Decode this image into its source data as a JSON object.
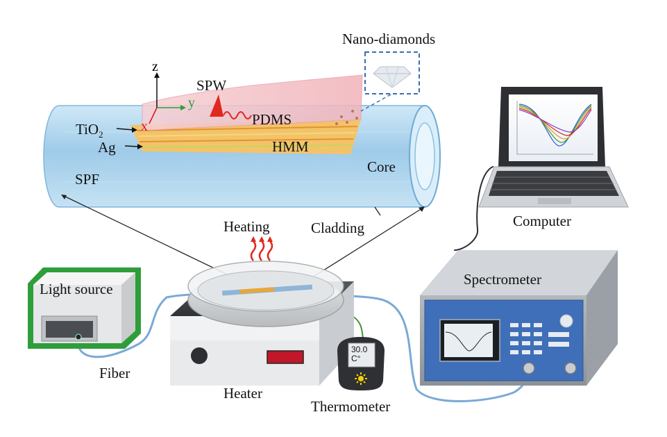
{
  "colors": {
    "fiber_line": "#7aa9d6",
    "tube": "#a9d3ef",
    "hmm": "#e8a73a",
    "pdms": "#f5c3c8",
    "spw_wave": "#e0281e",
    "instrument_panel": "#3f6fb8",
    "pcb_green": "#2f9e3a",
    "heater_display": "#c0182a"
  },
  "icons": [
    "diamond-icon",
    "heat-waves-icon",
    "sun-icon"
  ],
  "labels": {
    "nano_diamonds": "Nano-diamonds",
    "z": "z",
    "y": "y",
    "x": "x",
    "spw": "SPW",
    "pdms": "PDMS",
    "tio2_main": "TiO",
    "tio2_sub": "2",
    "ag": "Ag",
    "hmm": "HMM",
    "core": "Core",
    "spf": "SPF",
    "heating": "Heating",
    "cladding": "Cladding",
    "computer": "Computer",
    "spectrometer": "Spectrometer",
    "light_source": "Light source",
    "fiber": "Fiber",
    "heater": "Heater",
    "thermometer": "Thermometer"
  },
  "thermometer": {
    "value": "30.0",
    "unit": "C°"
  }
}
